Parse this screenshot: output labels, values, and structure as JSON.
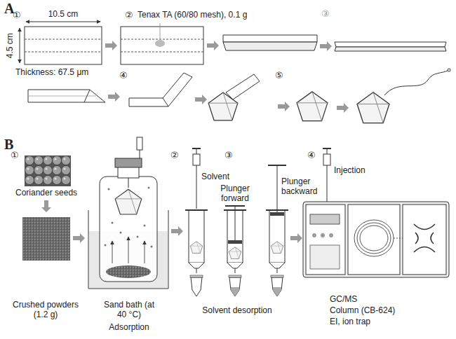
{
  "diagram": {
    "labels": [
      "A",
      "①",
      "10.5 cm",
      "4.5 cm",
      "Thickness: 67.5 μm",
      "②",
      "Tenax TA (60/80 mesh), 0.1 g",
      "③",
      "④",
      "⑤",
      "B",
      "①",
      "Coriander seeds",
      "Crushed powders (1.2 g)",
      "Sand bath (at 40 °C)",
      "Adsorption",
      "②",
      "Solvent",
      "③",
      "Plunger forward",
      "Plunger backward",
      "Solvent desorption",
      "④",
      "Injection",
      "GC/MS",
      "Column (CB-624)",
      "EI, ion trap"
    ]
  }
}
